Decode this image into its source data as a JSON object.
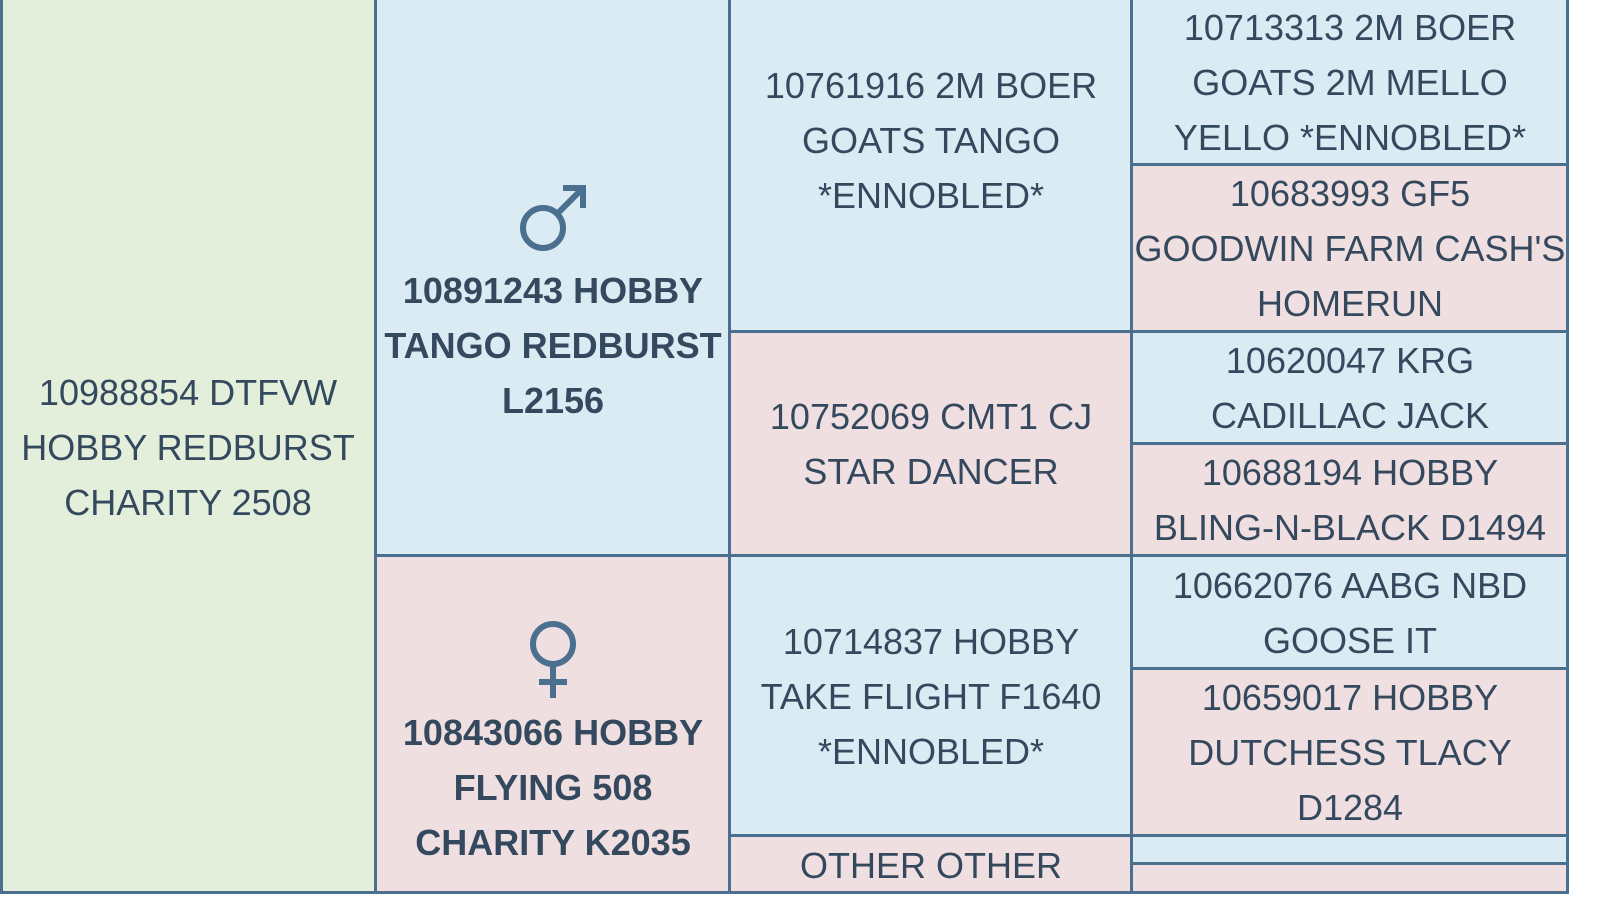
{
  "pedigree": {
    "subject": {
      "label": "10988854 DTFVW\nHOBBY REDBURST\nCHARITY 2508"
    },
    "sire": {
      "label": "10891243 HOBBY\nTANGO REDBURST\nL2156",
      "icon": "male-symbol-icon"
    },
    "dam": {
      "label": "10843066 HOBBY\nFLYING 508\nCHARITY K2035",
      "icon": "female-symbol-icon"
    },
    "sire_sire": {
      "label": "10761916 2M BOER\nGOATS TANGO\n*ENNOBLED*"
    },
    "sire_dam": {
      "label": "10752069 CMT1 CJ\nSTAR DANCER"
    },
    "dam_sire": {
      "label": "10714837 HOBBY\nTAKE FLIGHT F1640\n*ENNOBLED*"
    },
    "dam_dam": {
      "label": "OTHER OTHER"
    },
    "sire_sire_sire": {
      "label": "10713313 2M BOER\nGOATS 2M MELLO\nYELLO *ENNOBLED*"
    },
    "sire_sire_dam": {
      "label": "10683993 GF5\nGOODWIN FARM CASH'S\nHOMERUN"
    },
    "sire_dam_sire": {
      "label": "10620047 KRG\nCADILLAC JACK"
    },
    "sire_dam_dam": {
      "label": "10688194 HOBBY\nBLING-N-BLACK D1494"
    },
    "dam_sire_sire": {
      "label": "10662076 AABG NBD\nGOOSE IT"
    },
    "dam_sire_dam": {
      "label": "10659017 HOBBY\nDUTCHESS TLACY\nD1284"
    },
    "dam_dam_sire": {
      "label": ""
    },
    "dam_dam_dam": {
      "label": ""
    }
  },
  "colors": {
    "male": "#dbebf4",
    "female": "#f0dfe0",
    "subject": "#e3eedb",
    "border": "#4a6f8f",
    "text": "#34495e"
  }
}
